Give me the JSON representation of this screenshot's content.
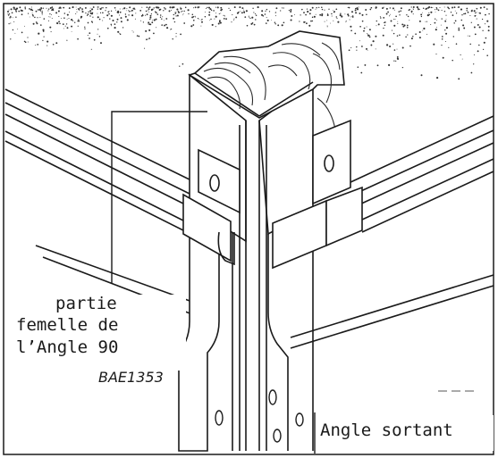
{
  "labels": {
    "female_part_line1": "partie",
    "female_part_line2": "femelle de",
    "female_part_line3": "l’Angle 90",
    "reference_code": "BAE1353",
    "outer_angle": "Angle sortant"
  },
  "colors": {
    "ink": "#1a1a1a",
    "paper": "#ffffff",
    "wood_grain": "#2a2a2a"
  }
}
